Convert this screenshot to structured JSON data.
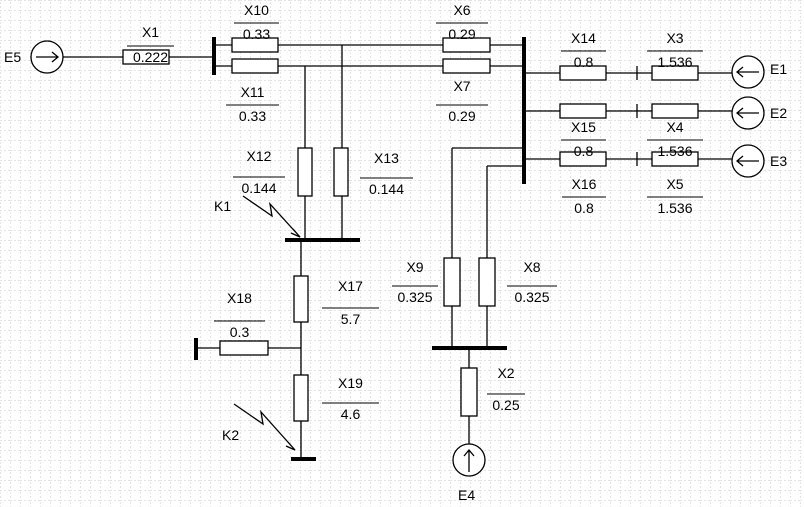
{
  "colors": {
    "background": "#ffffff",
    "grid": "#c8c8c8",
    "ink": "#000000"
  },
  "sources": {
    "E1": "E1",
    "E2": "E2",
    "E3": "E3",
    "E4": "E4",
    "E5": "E5"
  },
  "elements": {
    "X1": {
      "name": "X1",
      "value": "0.222"
    },
    "X2": {
      "name": "X2",
      "value": "0.25"
    },
    "X3": {
      "name": "X3",
      "value": "1.536"
    },
    "X4": {
      "name": "X4",
      "value": "1.536"
    },
    "X5": {
      "name": "X5",
      "value": "1.536"
    },
    "X6": {
      "name": "X6",
      "value": "0.29"
    },
    "X7": {
      "name": "X7",
      "value": "0.29"
    },
    "X8": {
      "name": "X8",
      "value": "0.325"
    },
    "X9": {
      "name": "X9",
      "value": "0.325"
    },
    "X10": {
      "name": "X10",
      "value": "0.33"
    },
    "X11": {
      "name": "X11",
      "value": "0.33"
    },
    "X12": {
      "name": "X12",
      "value": "0.144"
    },
    "X13": {
      "name": "X13",
      "value": "0.144"
    },
    "X14": {
      "name": "X14",
      "value": "0.8"
    },
    "X15": {
      "name": "X15",
      "value": "0.8"
    },
    "X16": {
      "name": "X16",
      "value": "0.8"
    },
    "X17": {
      "name": "X17",
      "value": "5.7"
    },
    "X18": {
      "name": "X18",
      "value": "0.3"
    },
    "X19": {
      "name": "X19",
      "value": "4.6"
    }
  },
  "faults": {
    "K1": "K1",
    "K2": "K2"
  }
}
